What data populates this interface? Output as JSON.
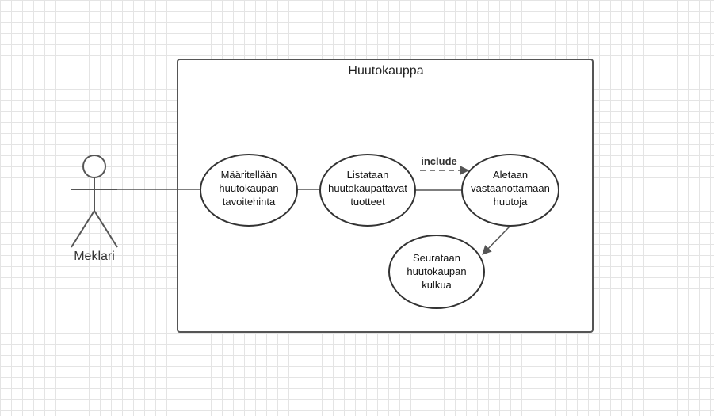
{
  "system": {
    "title": "Huutokauppa"
  },
  "actor": {
    "name": "Meklari"
  },
  "use_cases": [
    {
      "id": "uc1",
      "lines": [
        "Määritellään",
        "huutokaupan",
        "tavoitehinta"
      ]
    },
    {
      "id": "uc2",
      "lines": [
        "Listataan",
        "huutokaupattavat",
        "tuotteet"
      ]
    },
    {
      "id": "uc3",
      "lines": [
        "Aletaan",
        "vastaanottamaan",
        "huutoja"
      ]
    },
    {
      "id": "uc4",
      "lines": [
        "Seurataan",
        "huutokaupan",
        "kulkua"
      ]
    }
  ],
  "relations": {
    "include_label": "include"
  }
}
